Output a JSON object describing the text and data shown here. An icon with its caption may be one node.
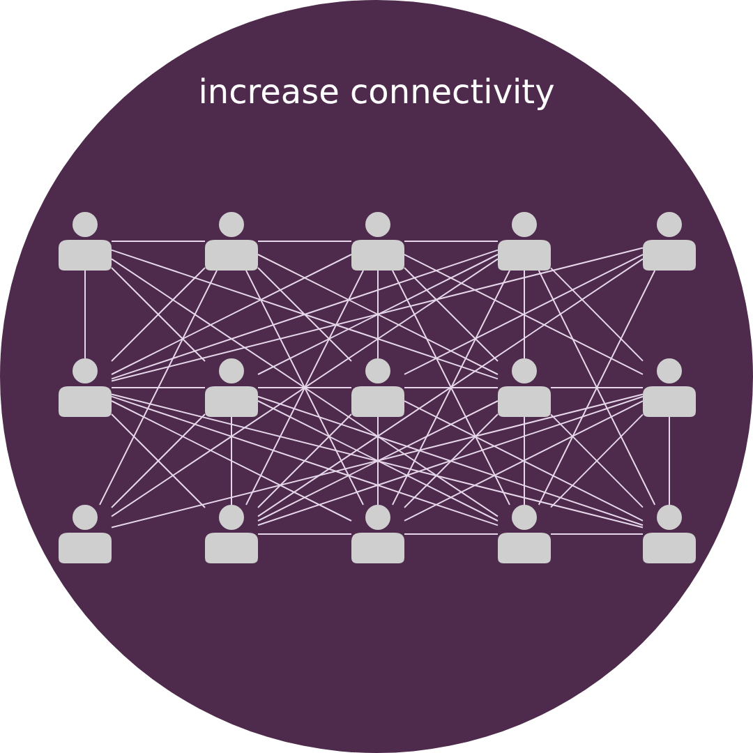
{
  "diagram": {
    "title": "increase connectivity",
    "nodes": [
      {
        "text": [],
        "shape": "person"
      },
      {
        "text": [],
        "shape": "person"
      },
      {
        "text": [],
        "shape": "person"
      },
      {
        "text": [],
        "shape": "person"
      },
      {
        "text": [],
        "shape": "person"
      },
      {
        "text": [],
        "shape": "person"
      },
      {
        "text": [],
        "shape": "person"
      },
      {
        "text": [],
        "shape": "person"
      },
      {
        "text": [],
        "shape": "person"
      },
      {
        "text": [],
        "shape": "person"
      },
      {
        "text": [],
        "shape": "person"
      },
      {
        "text": [],
        "shape": "person"
      },
      {
        "text": [],
        "shape": "person"
      },
      {
        "text": [],
        "shape": "person"
      },
      {
        "text": [],
        "shape": "person"
      }
    ],
    "edges": [
      {
        "from": 0,
        "to": 1,
        "arrow": "none"
      },
      {
        "from": 1,
        "to": 2,
        "arrow": "none"
      },
      {
        "from": 2,
        "to": 3,
        "arrow": "none"
      },
      {
        "from": 5,
        "to": 6,
        "arrow": "none"
      },
      {
        "from": 6,
        "to": 7,
        "arrow": "none"
      },
      {
        "from": 7,
        "to": 8,
        "arrow": "none"
      },
      {
        "from": 8,
        "to": 9,
        "arrow": "none"
      },
      {
        "from": 11,
        "to": 12,
        "arrow": "none"
      },
      {
        "from": 12,
        "to": 13,
        "arrow": "none"
      },
      {
        "from": 13,
        "to": 14,
        "arrow": "none"
      },
      {
        "from": 0,
        "to": 5,
        "arrow": "none"
      },
      {
        "from": 6,
        "to": 11,
        "arrow": "none"
      },
      {
        "from": 2,
        "to": 7,
        "arrow": "none"
      },
      {
        "from": 7,
        "to": 12,
        "arrow": "none"
      },
      {
        "from": 3,
        "to": 8,
        "arrow": "none"
      },
      {
        "from": 8,
        "to": 13,
        "arrow": "none"
      },
      {
        "from": 9,
        "to": 14,
        "arrow": "none"
      },
      {
        "from": 0,
        "to": 6,
        "arrow": "none"
      },
      {
        "from": 0,
        "to": 8,
        "arrow": "none"
      },
      {
        "from": 0,
        "to": 13,
        "arrow": "none"
      },
      {
        "from": 1,
        "to": 5,
        "arrow": "none"
      },
      {
        "from": 1,
        "to": 10,
        "arrow": "none"
      },
      {
        "from": 1,
        "to": 7,
        "arrow": "none"
      },
      {
        "from": 1,
        "to": 8,
        "arrow": "none"
      },
      {
        "from": 1,
        "to": 12,
        "arrow": "none"
      },
      {
        "from": 2,
        "to": 5,
        "arrow": "none"
      },
      {
        "from": 2,
        "to": 11,
        "arrow": "none"
      },
      {
        "from": 2,
        "to": 13,
        "arrow": "none"
      },
      {
        "from": 2,
        "to": 8,
        "arrow": "none"
      },
      {
        "from": 2,
        "to": 9,
        "arrow": "none"
      },
      {
        "from": 3,
        "to": 5,
        "arrow": "none"
      },
      {
        "from": 3,
        "to": 6,
        "arrow": "none"
      },
      {
        "from": 3,
        "to": 10,
        "arrow": "none"
      },
      {
        "from": 3,
        "to": 12,
        "arrow": "none"
      },
      {
        "from": 3,
        "to": 14,
        "arrow": "none"
      },
      {
        "from": 3,
        "to": 9,
        "arrow": "none"
      },
      {
        "from": 4,
        "to": 5,
        "arrow": "none"
      },
      {
        "from": 4,
        "to": 7,
        "arrow": "none"
      },
      {
        "from": 4,
        "to": 11,
        "arrow": "none"
      },
      {
        "from": 4,
        "to": 13,
        "arrow": "none"
      },
      {
        "from": 5,
        "to": 11,
        "arrow": "none"
      },
      {
        "from": 5,
        "to": 12,
        "arrow": "none"
      },
      {
        "from": 5,
        "to": 13,
        "arrow": "none"
      },
      {
        "from": 5,
        "to": 14,
        "arrow": "none"
      },
      {
        "from": 6,
        "to": 10,
        "arrow": "none"
      },
      {
        "from": 6,
        "to": 13,
        "arrow": "none"
      },
      {
        "from": 6,
        "to": 14,
        "arrow": "none"
      },
      {
        "from": 7,
        "to": 11,
        "arrow": "none"
      },
      {
        "from": 7,
        "to": 14,
        "arrow": "none"
      },
      {
        "from": 8,
        "to": 11,
        "arrow": "none"
      },
      {
        "from": 8,
        "to": 12,
        "arrow": "none"
      },
      {
        "from": 8,
        "to": 14,
        "arrow": "none"
      },
      {
        "from": 9,
        "to": 11,
        "arrow": "none"
      },
      {
        "from": 9,
        "to": 12,
        "arrow": "none"
      },
      {
        "from": 9,
        "to": 13,
        "arrow": "none"
      },
      {
        "from": 9,
        "to": 10,
        "arrow": "none"
      }
    ]
  }
}
